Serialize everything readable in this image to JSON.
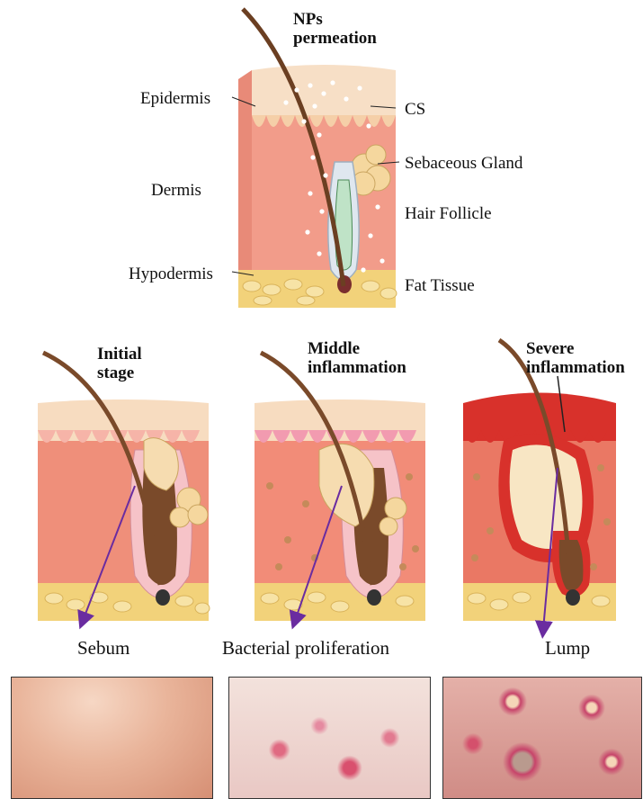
{
  "top": {
    "title": "NPs permeation",
    "left_labels": [
      "Epidermis",
      "Dermis",
      "Hypodermis"
    ],
    "right_labels": [
      "CS",
      "Sebaceous Gland",
      "Hair Follicle",
      "Fat Tissue"
    ]
  },
  "stages": [
    {
      "title": "Initial stage",
      "caption": "Sebum"
    },
    {
      "title": "Middle inflammation",
      "caption": "Bacterial proliferation"
    },
    {
      "title": "Severe inflammation",
      "caption": "Lump"
    }
  ],
  "colors": {
    "dermis": "#f29c8a",
    "epidermis_top": "#f5d2b0",
    "fat": "#f2d27a",
    "hair": "#7a4a2a",
    "arrow": "#6a2ca0",
    "inflamed": "#d8312b"
  }
}
